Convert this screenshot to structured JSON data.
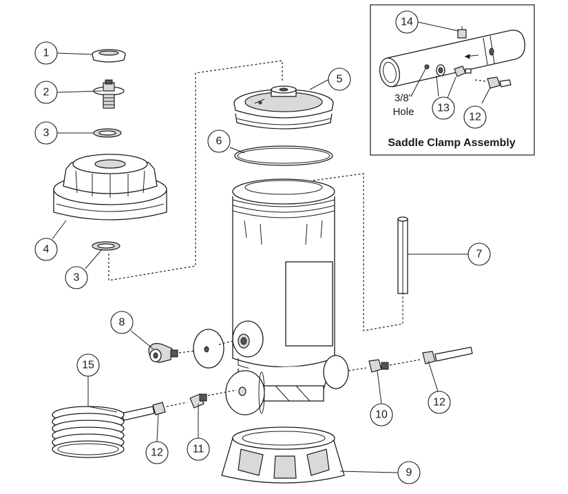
{
  "inset": {
    "title": "Saddle Clamp Assembly",
    "hole_label_line1": "3/8\"",
    "hole_label_line2": "Hole"
  },
  "callouts": [
    "1",
    "2",
    "3",
    "4",
    "3",
    "5",
    "6",
    "7",
    "8",
    "9",
    "10",
    "11",
    "12",
    "12",
    "15",
    "14",
    "13",
    "12"
  ]
}
